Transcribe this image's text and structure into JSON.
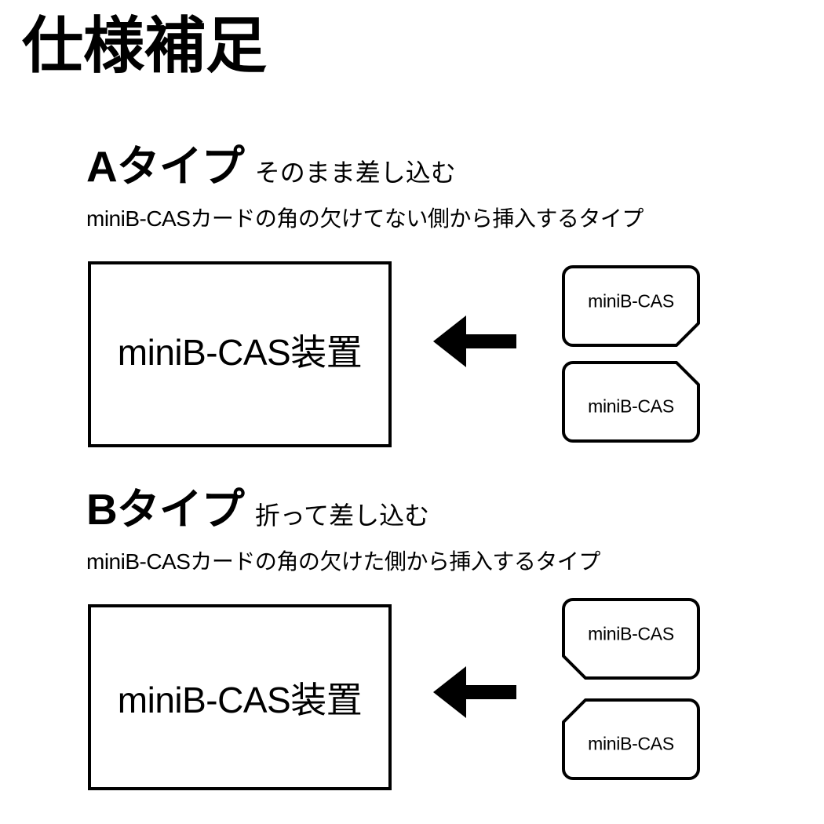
{
  "page": {
    "title": "仕様補足",
    "background_color": "#ffffff",
    "ink_color": "#000000"
  },
  "sections": [
    {
      "id": "type-a",
      "type_label": "Aタイプ",
      "sub_label": "そのまま差し込む",
      "description": "miniB-CASカードの角の欠けてない側から挿入するタイプ",
      "device": {
        "label": "miniB-CAS装置"
      },
      "arrow": {
        "direction": "left",
        "name": "insert-arrow-left"
      },
      "cards": [
        {
          "label": "miniB-CAS",
          "cut_corner": "bottom-right"
        },
        {
          "label": "miniB-CAS",
          "cut_corner": "top-right"
        }
      ]
    },
    {
      "id": "type-b",
      "type_label": "Bタイプ",
      "sub_label": "折って差し込む",
      "description": "miniB-CASカードの角の欠けた側から挿入するタイプ",
      "device": {
        "label": "miniB-CAS装置"
      },
      "arrow": {
        "direction": "left",
        "name": "insert-arrow-left"
      },
      "cards": [
        {
          "label": "miniB-CAS",
          "cut_corner": "bottom-left"
        },
        {
          "label": "miniB-CAS",
          "cut_corner": "top-left"
        }
      ]
    }
  ]
}
